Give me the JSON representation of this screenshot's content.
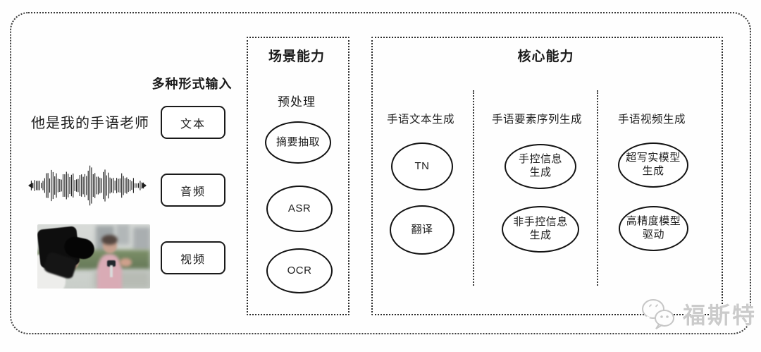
{
  "frame": {
    "background": "#ffffff",
    "border_color": "#3a3a3a"
  },
  "input_section": {
    "heading": "多种形式输入",
    "text_example": "他是我的手语老师",
    "input_types": [
      {
        "label": "文本"
      },
      {
        "label": "音频"
      },
      {
        "label": "视频"
      }
    ]
  },
  "scene_section": {
    "title": "场景能力",
    "group_label": "预处理",
    "nodes": [
      {
        "label": "摘要抽取"
      },
      {
        "label": "ASR"
      },
      {
        "label": "OCR"
      }
    ]
  },
  "core_section": {
    "title": "核心能力",
    "columns": [
      {
        "label": "手语文本生成",
        "nodes": [
          {
            "label": "TN"
          },
          {
            "label": "翻译"
          }
        ]
      },
      {
        "label": "手语要素序列生成",
        "nodes": [
          {
            "label": "手控信息\n生成"
          },
          {
            "label": "非手控信息\n生成"
          }
        ]
      },
      {
        "label": "手语视频生成",
        "nodes": [
          {
            "label": "超写实模型\n生成"
          },
          {
            "label": "高精度模型\n驱动"
          }
        ]
      }
    ]
  },
  "watermark": {
    "text": "福斯特",
    "icon": "wechat-logo",
    "color": "#cbcbcb"
  }
}
